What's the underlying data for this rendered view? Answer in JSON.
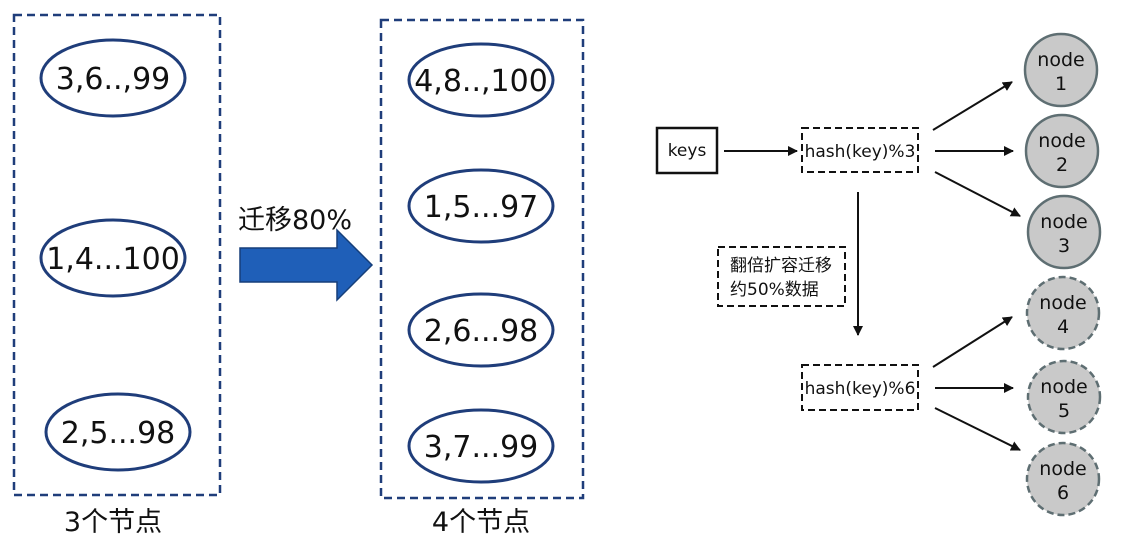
{
  "left_group": {
    "label": "3个节点",
    "nodes": [
      "3,6..,99",
      "1,4...100",
      "2,5...98"
    ]
  },
  "migration_arrow": {
    "label": "迁移80%"
  },
  "right_group": {
    "label": "4个节点",
    "nodes": [
      "4,8..,100",
      "1,5...97",
      "2,6...98",
      "3,7...99"
    ]
  },
  "flow": {
    "keys": "keys",
    "hash3": "hash(key)%3",
    "hash6": "hash(key)%6",
    "note_line1": "翻倍扩容迁移",
    "note_line2": "约50%数据",
    "nodes": [
      {
        "word": "node",
        "num": "1"
      },
      {
        "word": "node",
        "num": "2"
      },
      {
        "word": "node",
        "num": "3"
      },
      {
        "word": "node",
        "num": "4"
      },
      {
        "word": "node",
        "num": "5"
      },
      {
        "word": "node",
        "num": "6"
      }
    ]
  },
  "colors": {
    "navy": "#1f3d7a",
    "arrow_blue": "#1f5fb8",
    "node_fill": "#c9c9c9",
    "node_stroke": "#5e6e72"
  }
}
